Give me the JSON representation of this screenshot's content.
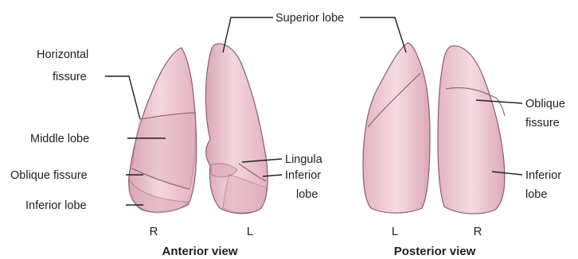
{
  "labels": {
    "superior_lobe": "Superior lobe",
    "horizontal_fissure_1": "Horizontal",
    "horizontal_fissure_2": "fissure",
    "middle_lobe": "Middle lobe",
    "oblique_fissure_left": "Oblique fissure",
    "inferior_lobe_left": "Inferior lobe",
    "lingula": "Lingula",
    "inferior_lobe_mid_1": "Inferior",
    "inferior_lobe_mid_2": "lobe",
    "oblique_fissure_right_1": "Oblique",
    "oblique_fissure_right_2": "fissure",
    "inferior_lobe_right_1": "Inferior",
    "inferior_lobe_right_2": "lobe"
  },
  "sides": {
    "anterior_right": "R",
    "anterior_left": "L",
    "posterior_left": "L",
    "posterior_right": "R"
  },
  "captions": {
    "anterior": "Anterior view",
    "posterior": "Posterior view"
  },
  "colors": {
    "lung_light": "#f3d7de",
    "lung_mid": "#e7b9c5",
    "lung_dark": "#d49aaa",
    "outline": "#8a5e6a"
  }
}
